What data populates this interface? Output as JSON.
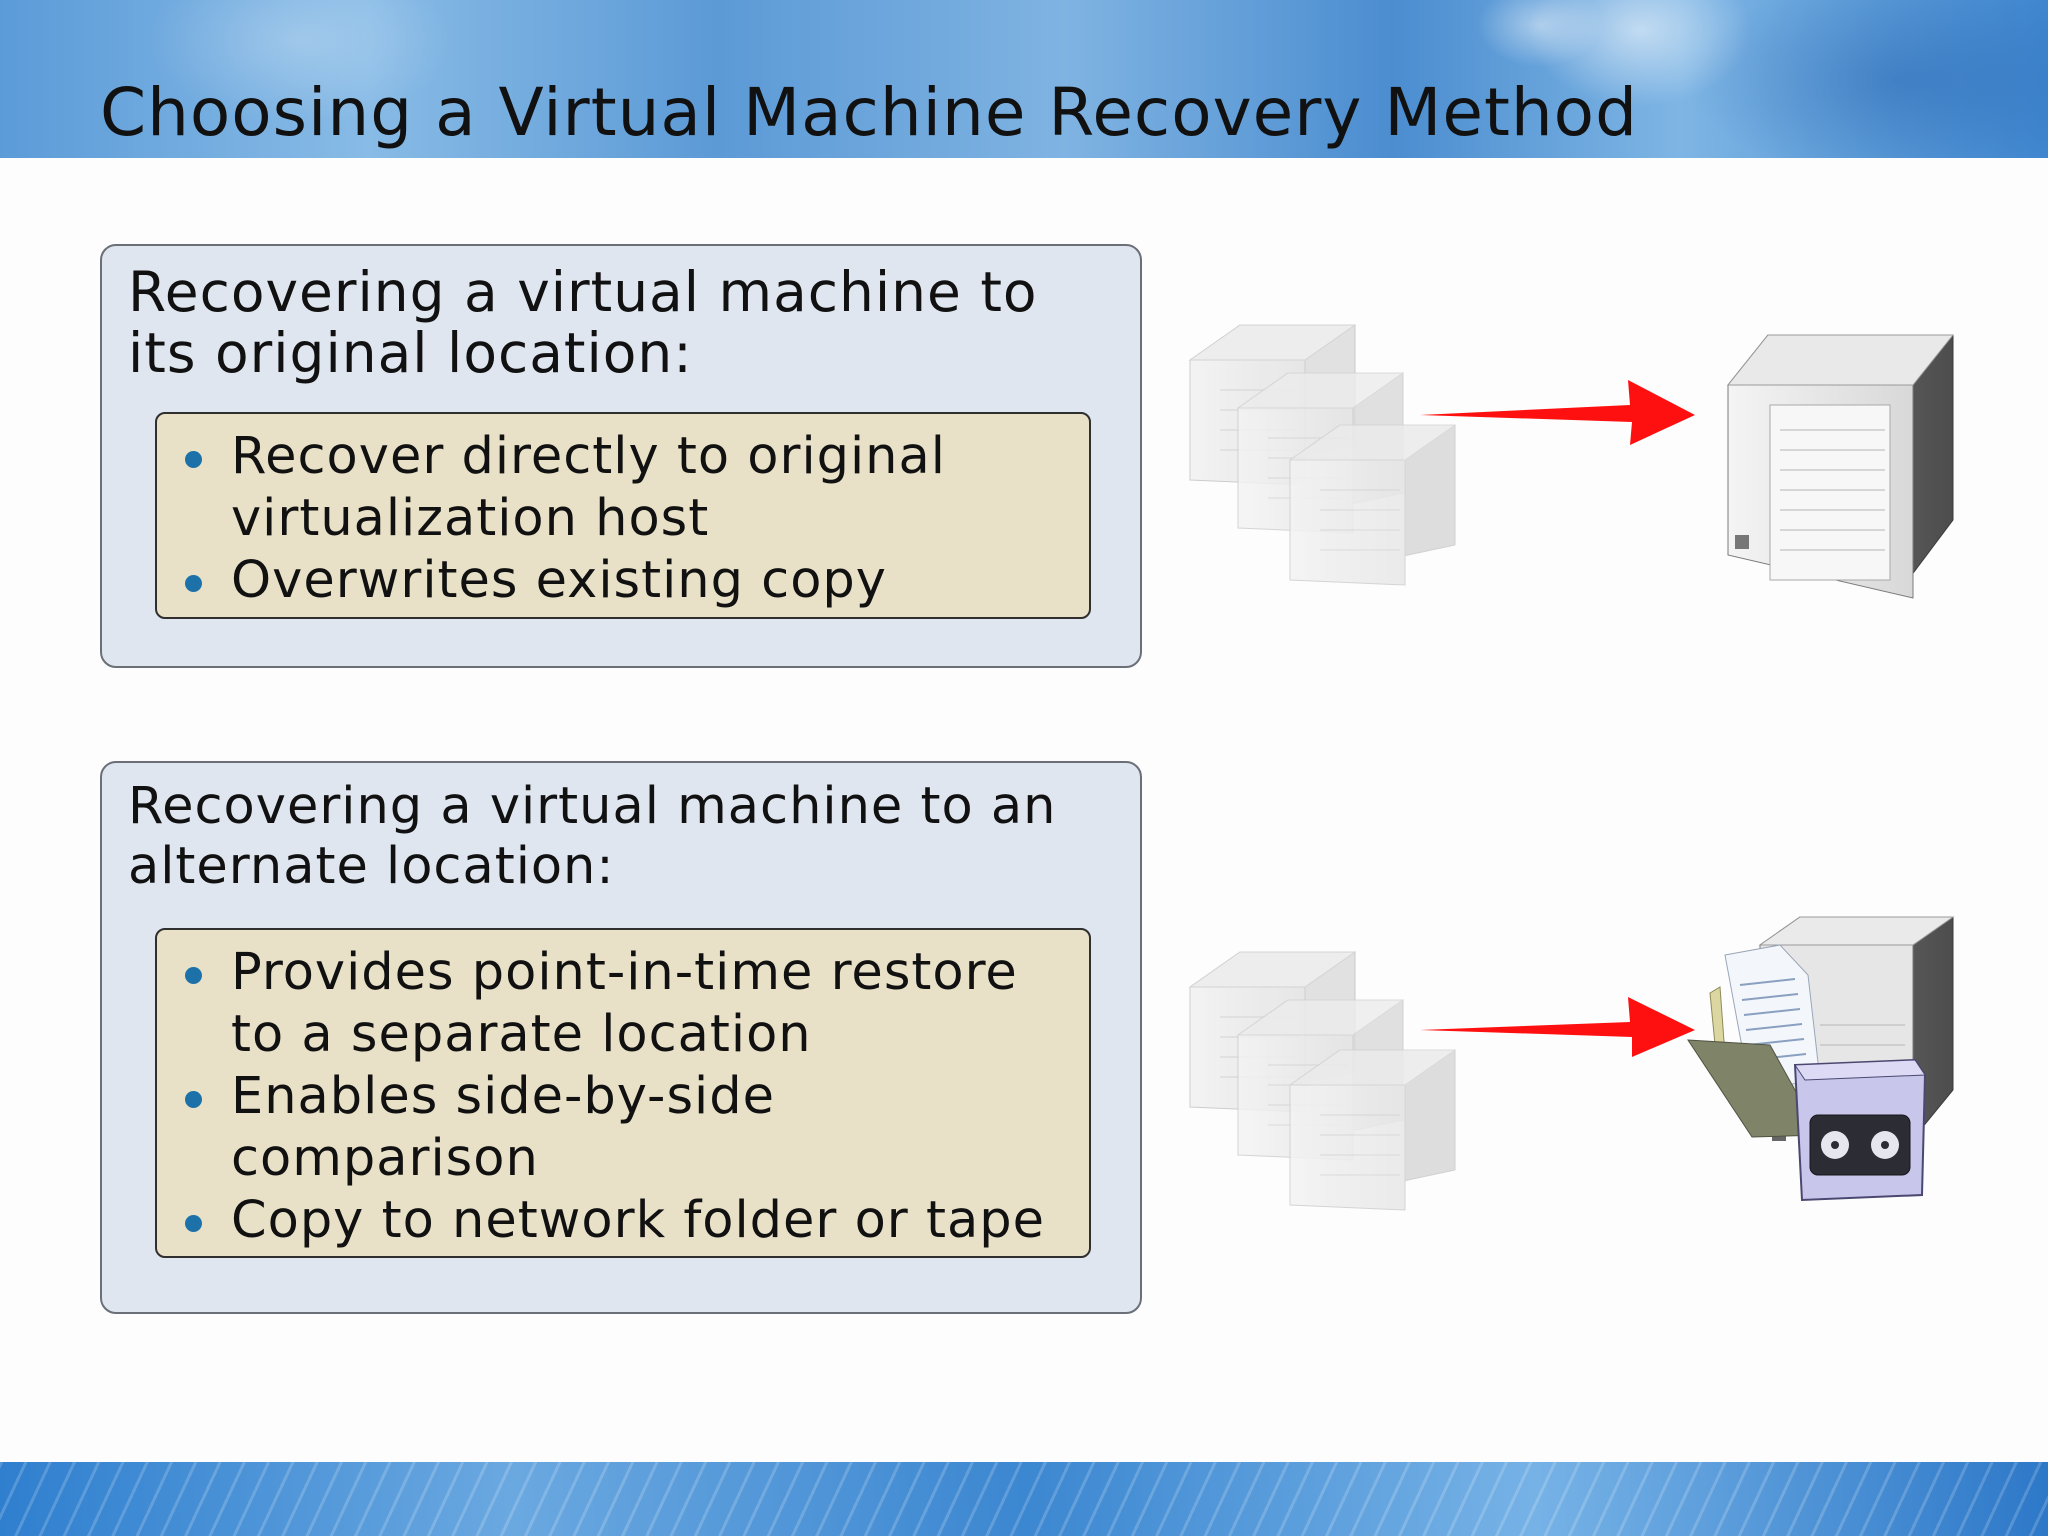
{
  "slide": {
    "title": "Choosing a Virtual Machine Recovery Method"
  },
  "panels": [
    {
      "heading_line1": "Recovering a virtual machine to",
      "heading_line2": "its original location:",
      "bullets": [
        {
          "line1": "Recover directly to original",
          "line2": "virtualization host"
        },
        {
          "line1": "Overwrites existing copy",
          "line2": ""
        }
      ]
    },
    {
      "heading_line1": "Recovering a virtual machine to an",
      "heading_line2": "alternate location:",
      "bullets": [
        {
          "line1": "Provides point-in-time restore",
          "line2": "to a separate location"
        },
        {
          "line1": "Enables side-by-side",
          "line2": "comparison"
        },
        {
          "line1": "Copy to network folder or tape",
          "line2": ""
        }
      ]
    }
  ],
  "colors": {
    "panel_fill": "#dfe6f0",
    "inner_fill": "#e8e1c8",
    "bullet": "#1c72a8",
    "arrow": "#ff1010"
  },
  "icons": [
    "stacked-servers-icon",
    "red-arrow-icon",
    "server-icon",
    "document-icon",
    "folder-icon",
    "tape-cartridge-icon"
  ]
}
